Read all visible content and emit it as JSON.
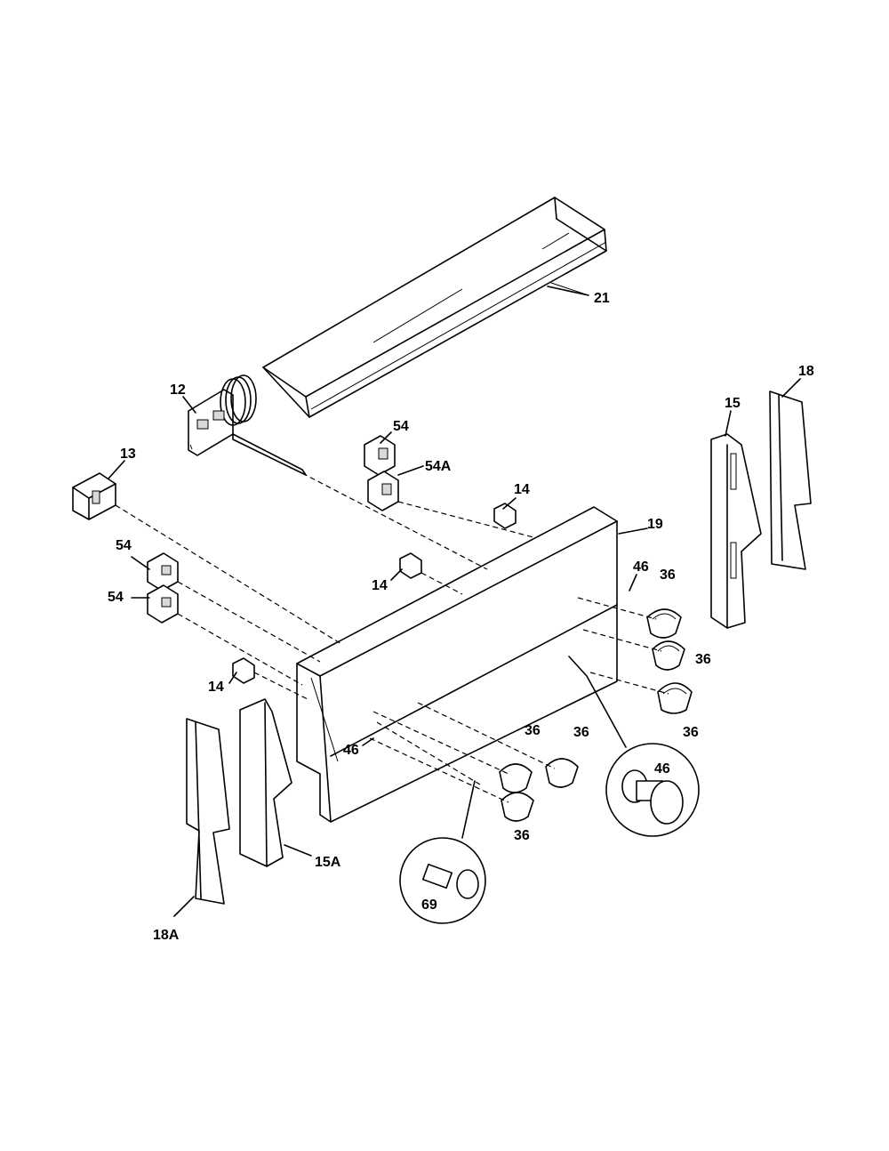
{
  "parts": {
    "p21": "21",
    "p12": "12",
    "p13": "13",
    "p54_top": "54",
    "p54a": "54A",
    "p14_right": "14",
    "p19": "19",
    "p15": "15",
    "p18": "18",
    "p54_left_upper": "54",
    "p54_left_lower": "54",
    "p14_middle": "14",
    "p46_right": "46",
    "p36_a": "36",
    "p36_b": "36",
    "p36_c": "36",
    "p14_left": "14",
    "p46_left": "46",
    "p36_d": "36",
    "p36_e": "36",
    "p36_f": "36",
    "p46_detail": "46",
    "p15a": "15A",
    "p69": "69",
    "p18a": "18A"
  }
}
